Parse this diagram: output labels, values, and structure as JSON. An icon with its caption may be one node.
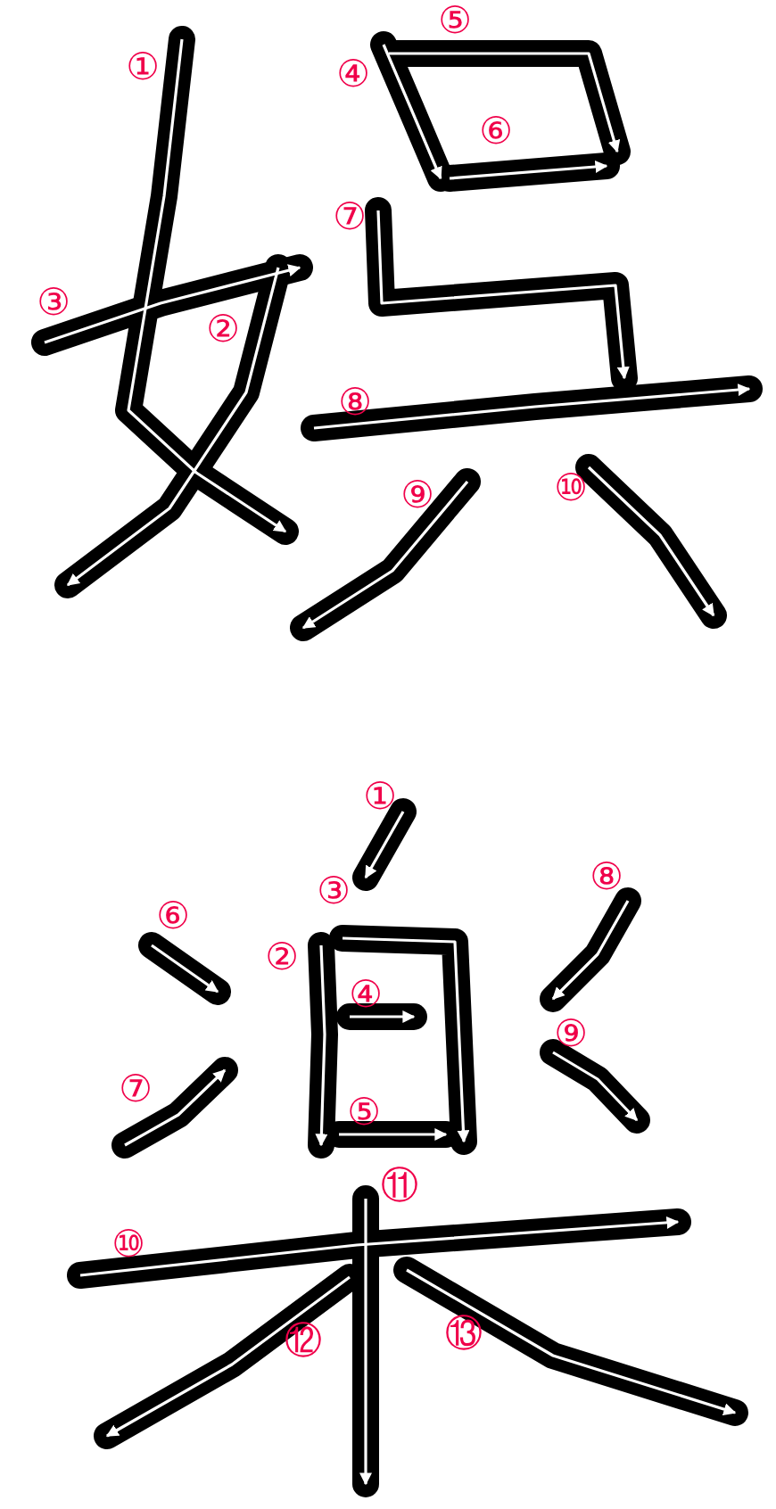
{
  "diagram": {
    "labels": [
      "⑤",
      "①",
      "④",
      "⑥",
      "⑦",
      "③",
      "②",
      "⑧",
      "⑩",
      "⑨",
      "①",
      "⑧",
      "③",
      "⑥",
      "②",
      "④",
      "⑨",
      "⑦",
      "⑤",
      "⑪",
      "⑩",
      "⑫",
      "⑬"
    ]
  }
}
